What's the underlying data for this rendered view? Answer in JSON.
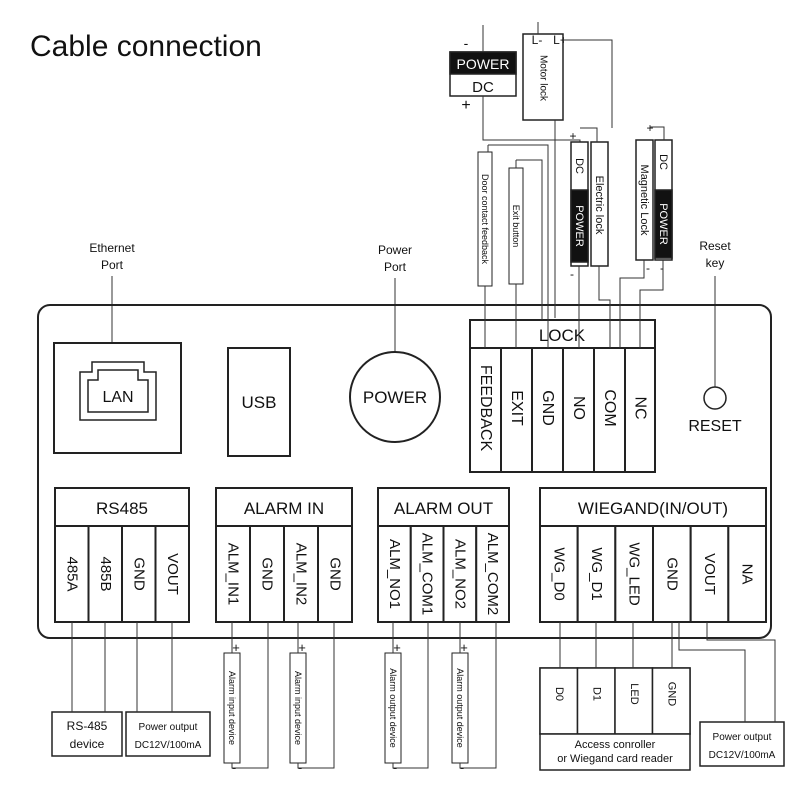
{
  "title": "Cable connection",
  "callouts": {
    "ethernet": [
      "Ethernet",
      "Port"
    ],
    "power_port": [
      "Power",
      "Port"
    ],
    "reset_key": [
      "Reset",
      "key"
    ]
  },
  "ports": {
    "lan": "LAN",
    "usb": "USB",
    "power": "POWER",
    "reset": "RESET"
  },
  "lock_block": {
    "header": "LOCK",
    "terminals": [
      "FEEDBACK",
      "EXIT",
      "GND",
      "NO",
      "COM",
      "NC"
    ]
  },
  "blocks": [
    {
      "header": "RS485",
      "terminals": [
        "485A",
        "485B",
        "GND",
        "VOUT"
      ]
    },
    {
      "header": "ALARM IN",
      "terminals": [
        "ALM_IN1",
        "GND",
        "ALM_IN2",
        "GND"
      ]
    },
    {
      "header": "ALARM OUT",
      "terminals": [
        "ALM_NO1",
        "ALM_COM1",
        "ALM_NO2",
        "ALM_COM2"
      ]
    },
    {
      "header": "WIEGAND(IN/OUT)",
      "terminals": [
        "WG_D0",
        "WG_D1",
        "WG_LED",
        "GND",
        "VOUT",
        "NA"
      ]
    }
  ],
  "top_devices": {
    "power_dc": {
      "top": "POWER",
      "bottom": "DC",
      "minus": "-",
      "plus": "+"
    },
    "motor_lock": {
      "label": "Motor lock",
      "lminus": "L-",
      "lplus": "L+"
    },
    "door_contact": "Door contact feedback",
    "exit_button": "Exit button",
    "electric_lock": {
      "dc": "DC",
      "power": "POWER",
      "label": "Electric lock",
      "plus": "+",
      "minus": "-"
    },
    "magnetic_lock": {
      "label": "Magnetic Lock",
      "dc": "DC",
      "power": "POWER",
      "plus": "+",
      "minus": "-"
    }
  },
  "bottom_devices": {
    "rs485_device": [
      "RS-485",
      "device"
    ],
    "power_output_left": [
      "Power output",
      "DC12V/100mA"
    ],
    "alarm_input_1": "Alarm input device",
    "alarm_input_2": "Alarm input device",
    "alarm_output_1": "Alarm output device",
    "alarm_output_2": "Alarm output device",
    "reader_pins": [
      "D0",
      "D1",
      "LED",
      "GND"
    ],
    "reader_label": [
      "Access conroller",
      "or Wiegand card reader"
    ],
    "power_output_right": [
      "Power output",
      "DC12V/100mA"
    ],
    "plus": "+",
    "minus": "-"
  }
}
